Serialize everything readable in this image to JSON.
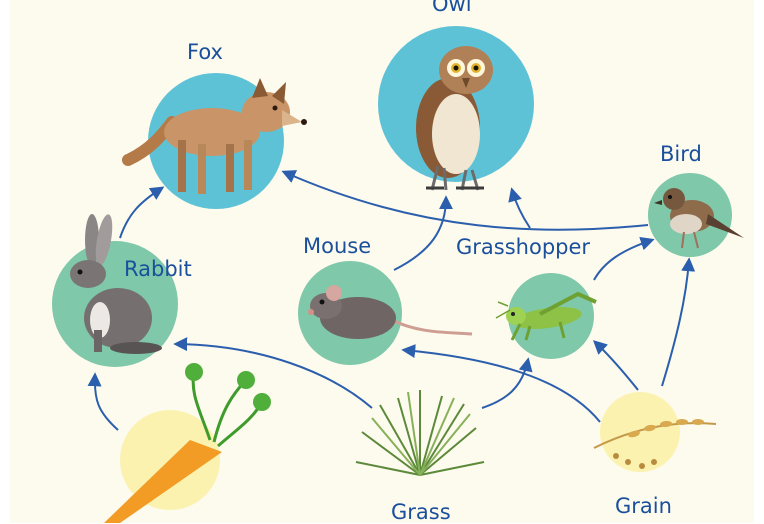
{
  "colors": {
    "background": "#fdfaee",
    "consumer_circle": "#7fc8a9",
    "predator_circle": "#5ec2d6",
    "producer_circle": "#fbf2b0",
    "arrow": "#2b5fad",
    "label": "#1a4f9c"
  },
  "organisms": {
    "fox": {
      "label": "Fox",
      "icon": "fox-icon"
    },
    "owl": {
      "label": "Owl",
      "icon": "owl-icon"
    },
    "bird": {
      "label": "Bird",
      "icon": "sparrow-icon"
    },
    "rabbit": {
      "label": "Rabbit",
      "icon": "rabbit-icon"
    },
    "mouse": {
      "label": "Mouse",
      "icon": "mouse-icon"
    },
    "grasshopper": {
      "label": "Grasshopper",
      "icon": "grasshopper-icon"
    },
    "carrot": {
      "label": "",
      "icon": "carrot-icon"
    },
    "grass": {
      "label": "Grass",
      "icon": "grass-icon"
    },
    "grain": {
      "label": "Grain",
      "icon": "wheat-icon"
    }
  },
  "links": [
    {
      "from": "carrot",
      "to": "rabbit"
    },
    {
      "from": "rabbit",
      "to": "fox"
    },
    {
      "from": "grass",
      "to": "rabbit"
    },
    {
      "from": "grass",
      "to": "grasshopper"
    },
    {
      "from": "grain",
      "to": "mouse"
    },
    {
      "from": "grain",
      "to": "grasshopper"
    },
    {
      "from": "grain",
      "to": "bird"
    },
    {
      "from": "grasshopper",
      "to": "bird"
    },
    {
      "from": "mouse",
      "to": "owl"
    },
    {
      "from": "bird",
      "to": "owl"
    },
    {
      "from": "bird",
      "to": "fox"
    }
  ]
}
